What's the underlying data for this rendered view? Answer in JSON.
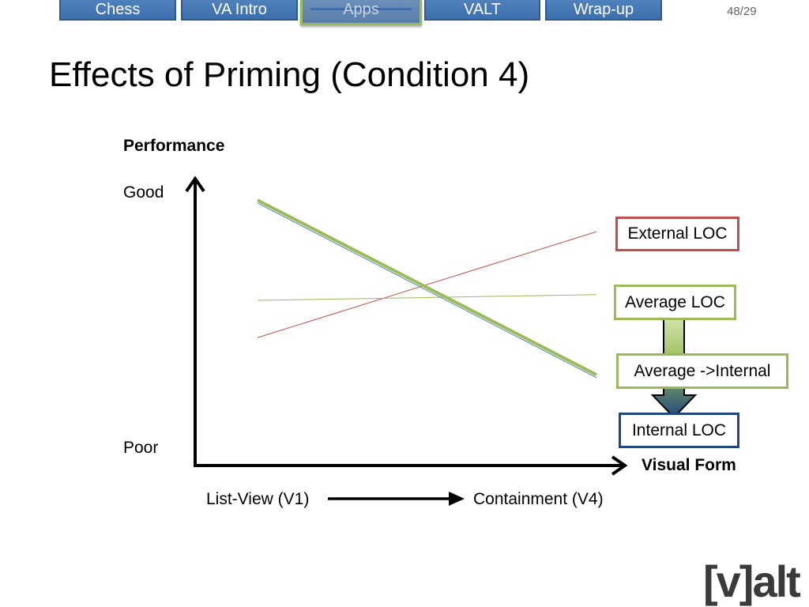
{
  "nav": {
    "items": [
      {
        "label": "Chess",
        "active": false
      },
      {
        "label": "VA Intro",
        "active": false
      },
      {
        "label": "Apps",
        "active": true
      },
      {
        "label": "VALT",
        "active": false
      },
      {
        "label": "Wrap-up",
        "active": false
      }
    ],
    "page_number": "48/29"
  },
  "slide": {
    "title": "Effects of Priming (Condition 4)"
  },
  "chart_data": {
    "type": "line",
    "ylabel": "Performance",
    "xlabel": "Visual Form",
    "y_ticks": {
      "high": "Good",
      "low": "Poor"
    },
    "x_ticks": {
      "start": "List-View (V1)",
      "end": "Containment (V4)"
    },
    "x": [
      0,
      1
    ],
    "ylim": [
      0,
      1
    ],
    "series": [
      {
        "name": "External LOC",
        "values": [
          0.45,
          0.82
        ],
        "color": "#c0504d"
      },
      {
        "name": "Average LOC",
        "values": [
          0.58,
          0.6
        ],
        "color": "#9bbb59"
      },
      {
        "name": "Internal LOC",
        "values": [
          0.92,
          0.31
        ],
        "color": "#4f81bd"
      },
      {
        "name": "Average ->Internal",
        "values": [
          0.93,
          0.32
        ],
        "color": "#9bbb59"
      }
    ],
    "annotations": {
      "transition_arrow": {
        "from": "Average LOC",
        "to": "Internal LOC"
      }
    }
  },
  "logo": {
    "text": "[v]alt"
  },
  "colors": {
    "nav_fill": "#4f81bd",
    "nav_border": "#2d5b8c",
    "active_border": "#9bbb59",
    "external": "#c0504d",
    "average": "#9bbb59",
    "internal": "#1f497d"
  }
}
